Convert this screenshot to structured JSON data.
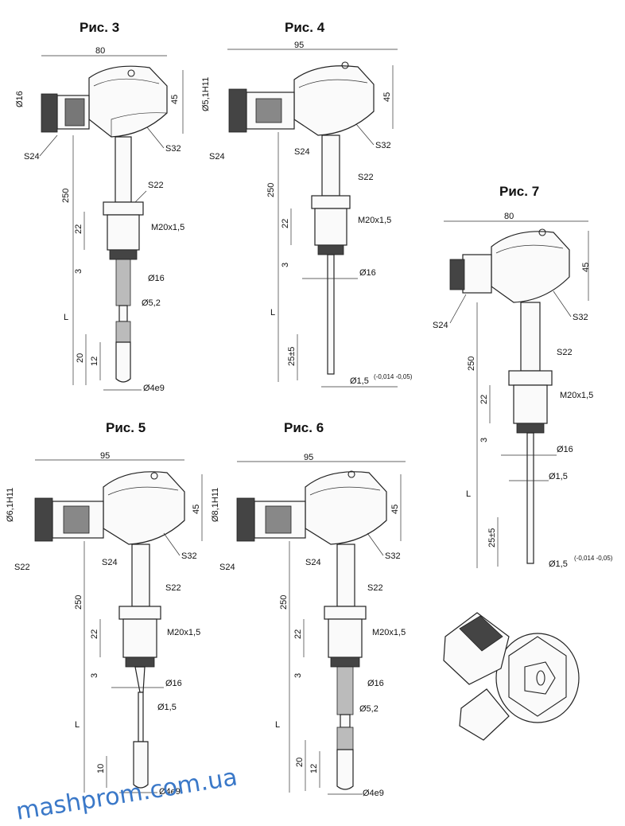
{
  "figures": {
    "fig3": {
      "title": "Рис. 3",
      "d_width": "80",
      "d_height": "45",
      "d_port": "Ø16",
      "s_port": "S24",
      "s_head": "S32",
      "d_length": "250",
      "s_nut": "S22",
      "d_thread_h": "22",
      "thread": "M20x1,5",
      "d_gap": "3",
      "d_diam": "Ø16",
      "d_inner": "Ø5,2",
      "d_L": "L",
      "d_tip_len": "20",
      "d_tip2": "12",
      "d_tip": "Ø4e9"
    },
    "fig4": {
      "title": "Рис. 4",
      "d_width": "95",
      "d_height": "45",
      "d_port": "Ø5,1H11",
      "s_port": "S24",
      "s_port2": "S24",
      "s_head": "S32",
      "d_length": "250",
      "s_nut": "S22",
      "d_thread_h": "22",
      "thread": "M20x1,5",
      "d_gap": "3",
      "d_diam": "Ø16",
      "d_L": "L",
      "d_tip_len": "25±5",
      "d_tip": "Ø1,5",
      "d_tol": "(-0,014 -0,05)"
    },
    "fig5": {
      "title": "Рис. 5",
      "d_width": "95",
      "d_height": "45",
      "d_port": "Ø6,1H11",
      "s_port": "S22",
      "s_port2": "S24",
      "s_head": "S32",
      "d_length": "250",
      "s_nut": "S22",
      "d_thread_h": "22",
      "thread": "M20x1,5",
      "d_gap": "3",
      "d_diam": "Ø16",
      "d_inner": "Ø1,5",
      "d_L": "L",
      "d_tip2": "10",
      "d_tip": "Ø4e9"
    },
    "fig6": {
      "title": "Рис. 6",
      "d_width": "95",
      "d_height": "45",
      "d_port": "Ø8,1H11",
      "s_port": "S24",
      "s_port2": "S24",
      "s_head": "S32",
      "d_length": "250",
      "s_nut": "S22",
      "d_thread_h": "22",
      "thread": "M20x1,5",
      "d_gap": "3",
      "d_diam": "Ø16",
      "d_inner": "Ø5,2",
      "d_L": "L",
      "d_tip_len": "20",
      "d_tip2": "12",
      "d_tip": "Ø4e9"
    },
    "fig7": {
      "title": "Рис. 7",
      "d_width": "80",
      "d_height": "45",
      "s_port": "S24",
      "s_head": "S32",
      "d_length": "250",
      "s_nut": "S22",
      "d_thread_h": "22",
      "thread": "M20x1,5",
      "d_gap": "3",
      "d_diam": "Ø16",
      "d_inner": "Ø1,5",
      "d_L": "L",
      "d_tip_len": "25±5",
      "d_tip": "Ø1,5",
      "d_tol": "(-0,014 -0,05)"
    }
  },
  "watermark": "mashprom.com.ua"
}
